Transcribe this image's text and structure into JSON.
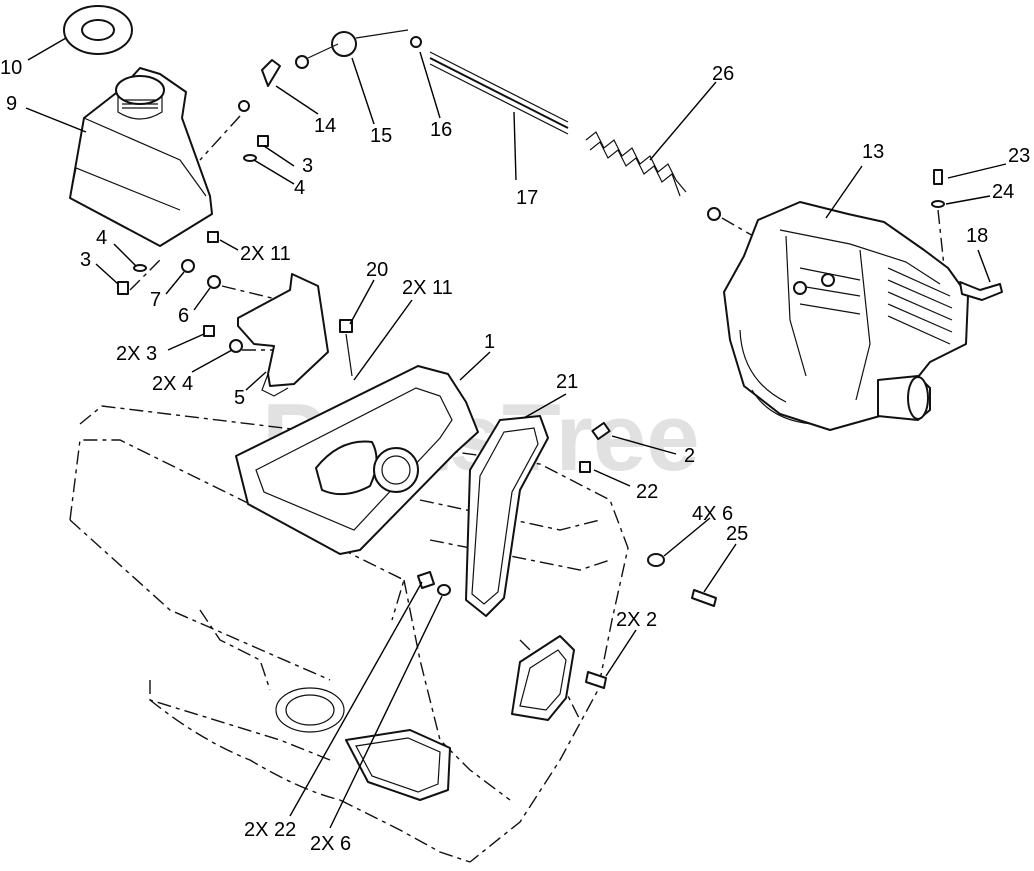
{
  "watermark": "PartsTree",
  "callouts": {
    "c10": "10",
    "c9": "9",
    "c14": "14",
    "c15": "15",
    "c16": "16",
    "c26": "26",
    "c13": "13",
    "c23": "23",
    "c24": "24",
    "c18": "18",
    "c3a": "3",
    "c4a": "4",
    "c17": "17",
    "c4b": "4",
    "c3b": "3",
    "c2x11a": "2X 11",
    "c20": "20",
    "c2x11b": "2X 11",
    "c7": "7",
    "c6": "6",
    "c2x3": "2X 3",
    "c2x4": "2X 4",
    "c5": "5",
    "c1": "1",
    "c21": "21",
    "c2": "2",
    "c22": "22",
    "c4x6": "4X 6",
    "c25": "25",
    "c2x2": "2X 2",
    "c2x22": "2X 22",
    "c2x6": "2X 6"
  }
}
